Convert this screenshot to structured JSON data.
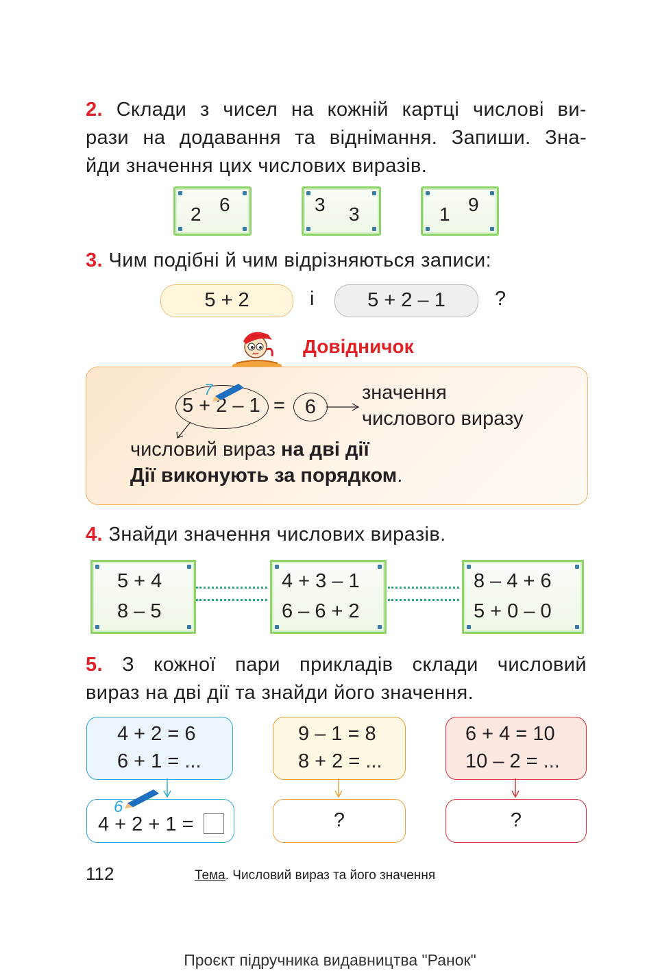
{
  "task2": {
    "number": "2.",
    "line1": "Склади з чисел на кожній картці числові ви-",
    "line2": "рази на додавання та віднімання. Запиши. Зна-",
    "line3": "йди значення цих числових виразів.",
    "cards": [
      {
        "a": "2",
        "b": "6"
      },
      {
        "a": "3",
        "b": "3"
      },
      {
        "a": "1",
        "b": "9"
      }
    ]
  },
  "task3": {
    "number": "3.",
    "text": "Чим подібні й чим відрізняються записи:",
    "expr1": "5 + 2",
    "conj": "і",
    "expr2": "5 + 2 – 1",
    "qmark": "?"
  },
  "reference": {
    "title": "Довідничок",
    "expression": "5 + 2 – 1",
    "equals": "=",
    "value": "6",
    "pencil_digit": "7",
    "value_label_1": "значення",
    "value_label_2": "числового виразу",
    "expr_label_plain": "числовий вираз",
    "expr_label_bold": "на дві дії",
    "rule_bold": "Дії виконують за порядком",
    "rule_end": "."
  },
  "task4": {
    "number": "4.",
    "text": "Знайди значення числових виразів.",
    "cards": [
      {
        "row1": "5 + 4",
        "row2": "8 – 5"
      },
      {
        "row1": "4 + 3 – 1",
        "row2": "6 – 6 + 2"
      },
      {
        "row1": "8 – 4 + 6",
        "row2": "5 + 0 – 0"
      }
    ]
  },
  "task5": {
    "number": "5.",
    "line1": "З кожної пари прикладів склади числовий",
    "line2": "вираз на дві дії та знайди його значення.",
    "pairs": [
      {
        "l1": "4 + 2 = 6",
        "l2": "6 + 1 = ...",
        "result": "4 + 2 + 1 =",
        "pencil_digit": "6",
        "color": "#2fa8d8"
      },
      {
        "l1": "9 – 1 = 8",
        "l2": "8 + 2 = ...",
        "result": "?",
        "color": "#e9a23a"
      },
      {
        "l1": "6 + 4 = 10",
        "l2": "10 – 2 = ...",
        "result": "?",
        "color": "#d8343b"
      }
    ]
  },
  "footer": {
    "page": "112",
    "topic_label": "Тема",
    "topic_text": ". Числовий вираз та його значення",
    "project": "Проєкт підручника видавництва \"Ранок\""
  },
  "colors": {
    "accent_red": "#e02227",
    "card_green": "#8fd36c",
    "hint_orange": "#f2b26a"
  }
}
